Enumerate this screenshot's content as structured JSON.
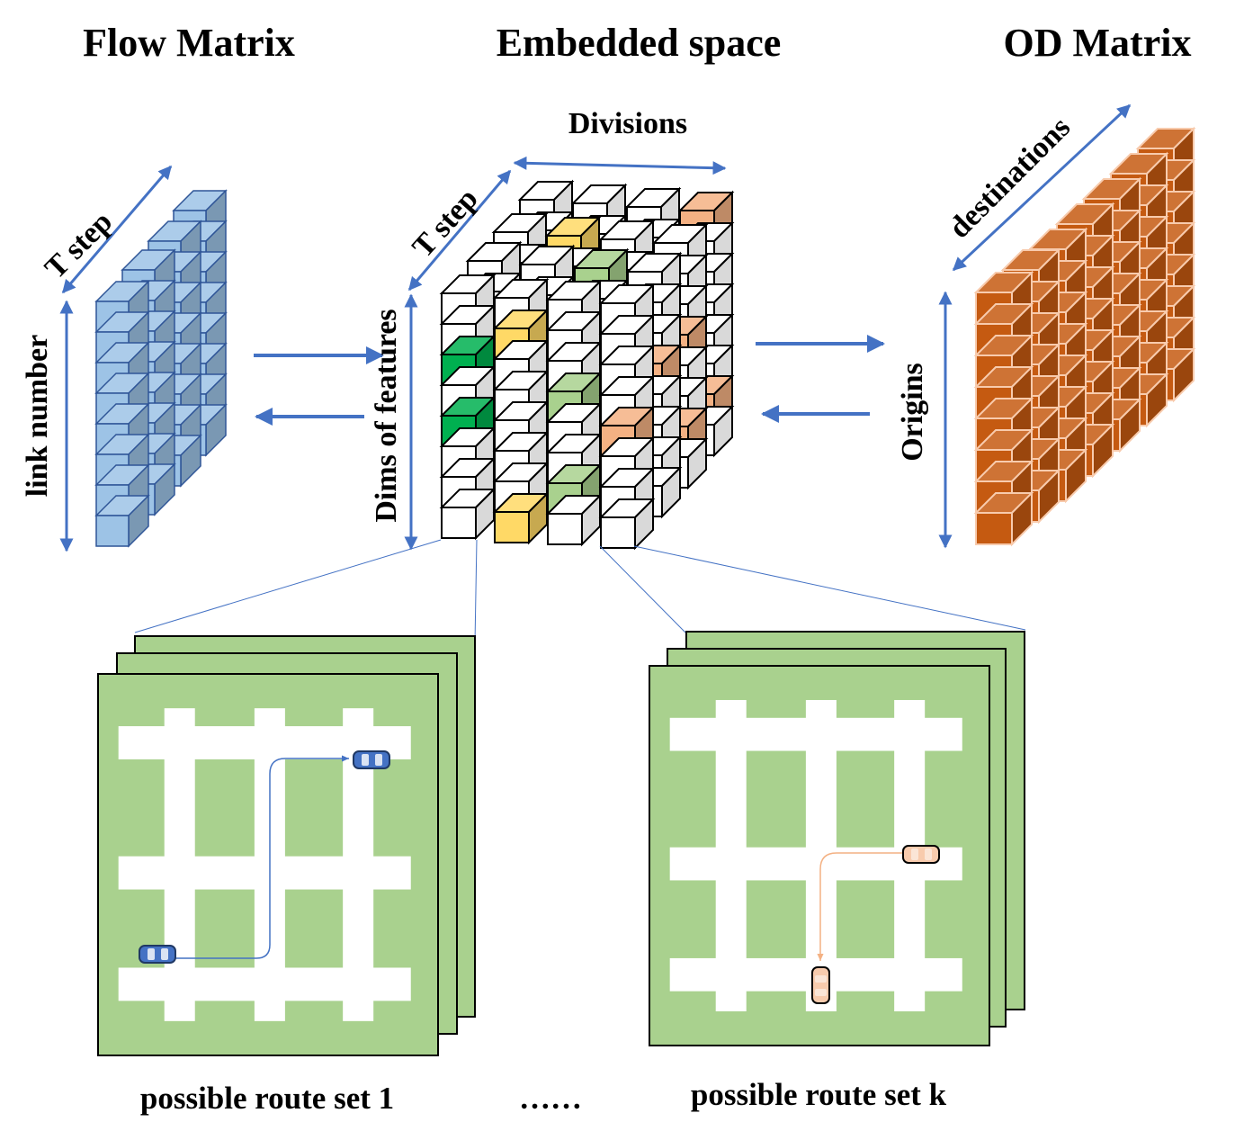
{
  "titles": {
    "flow_matrix": "Flow Matrix",
    "embedded_space": "Embedded space",
    "od_matrix": "OD Matrix"
  },
  "axis_labels": {
    "flow_t_step": "T step",
    "flow_link_number": "link number",
    "embed_divisions": "Divisions",
    "embed_t_step": "T step",
    "embed_dims": "Dims of features",
    "od_destinations": "destinations",
    "od_origins": "Origins"
  },
  "captions": {
    "route_set_1": "possible route set 1",
    "ellipsis": "……",
    "route_set_k": "possible route set k"
  },
  "colors": {
    "arrow": "#4472c4",
    "flow_cell": "#9dc3e6",
    "od_cell": "#c55a11",
    "map_background": "#a9d18e",
    "road": "#ffffff",
    "highlight_green": "#00b050",
    "highlight_yellow": "#ffd966",
    "highlight_light_green": "#a9d18e",
    "highlight_salmon": "#f4b183",
    "car_blue": "#4472c4",
    "car_orange": "#f4b183"
  },
  "icons": {
    "car_set_1": "car-icon",
    "car_set_k": "car-icon"
  }
}
